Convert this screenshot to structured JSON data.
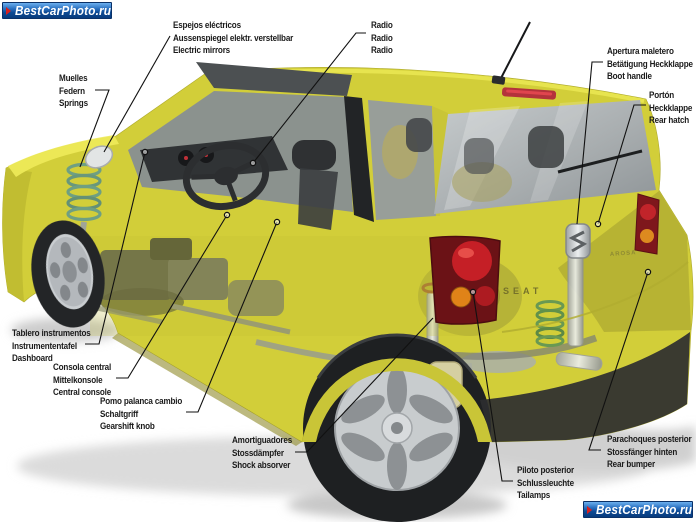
{
  "watermark": {
    "text": "BestCarPhoto.ru"
  },
  "badges": {
    "make": "SEAT",
    "model": "AROSA"
  },
  "labels": {
    "mirrors": {
      "es": "Espejos eléctricos",
      "de": "Aussenspiegel elektr. verstellbar",
      "en": "Electric mirrors"
    },
    "springs": {
      "es": "Muelles",
      "de": "Federn",
      "en": "Springs"
    },
    "radio": {
      "es": "Radio",
      "de": "Radio",
      "en": "Radio"
    },
    "boot_handle": {
      "es": "Apertura maletero",
      "de": "Betätigung Heckklappe",
      "en": "Boot handle"
    },
    "rear_hatch": {
      "es": "Portón",
      "de": "Heckklappe",
      "en": "Rear hatch"
    },
    "dashboard": {
      "es": "Tablero instrumentos",
      "de": "Instrumententafel",
      "en": "Dashboard"
    },
    "central_console": {
      "es": "Consola central",
      "de": "Mittelkonsole",
      "en": "Central console"
    },
    "gearshift_knob": {
      "es": "Pomo palanca cambio",
      "de": "Schaltgriff",
      "en": "Gearshift knob"
    },
    "shock_absorber": {
      "es": "Amortiguadores",
      "de": "Stossdämpfer",
      "en": "Shock absorver"
    },
    "tailamps": {
      "es": "Piloto posterior",
      "de": "Schlussleuchte",
      "en": "Tailamps"
    },
    "rear_bumper": {
      "es": "Parachoques posterior",
      "de": "Stossfänger hinten",
      "en": "Rear bumper"
    }
  },
  "colors": {
    "body_yellow": "#d2ce39",
    "logo_blue": "#1b64b4",
    "tail_red": "#c51f26",
    "indicator_orange": "#e08318"
  }
}
